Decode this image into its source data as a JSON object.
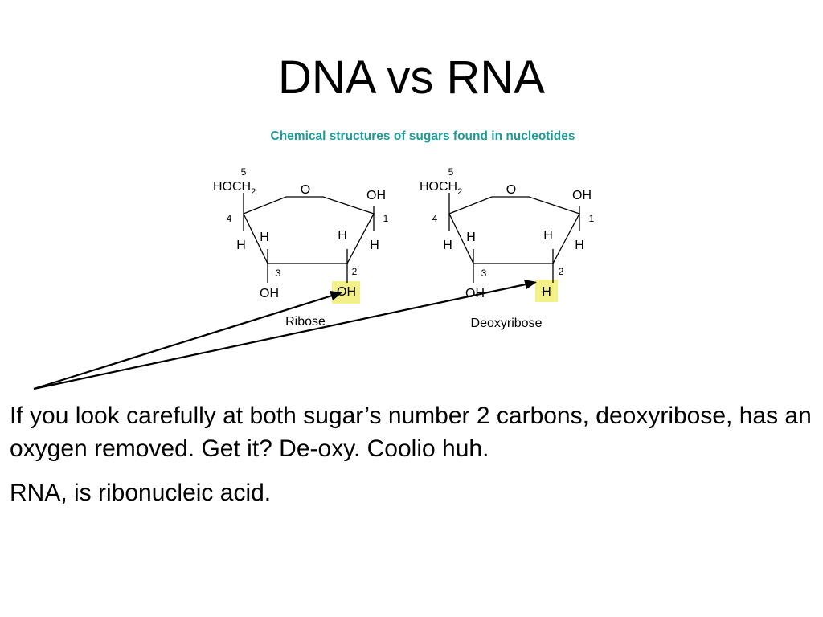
{
  "title": "DNA vs RNA",
  "figure": {
    "caption": "Chemical structures of sugars found in nucleotides",
    "caption_color": "#1f9a9a",
    "highlight_color": "#f3f08a",
    "ribose": {
      "name": "Ribose",
      "c5_number": "5",
      "c5_group_main": "HOCH",
      "c5_group_sub": "2",
      "ring_oxygen": "O",
      "c1_group": "OH",
      "c1_number": "1",
      "c4_number": "4",
      "c4_h": "H",
      "c3_h": "H",
      "c2_h": "H",
      "c1_h": "H",
      "c3_number": "3",
      "c2_number": "2",
      "c3_group": "OH",
      "c2_group": "OH"
    },
    "deoxyribose": {
      "name": "Deoxyribose",
      "c5_number": "5",
      "c5_group_main": "HOCH",
      "c5_group_sub": "2",
      "ring_oxygen": "O",
      "c1_group": "OH",
      "c1_number": "1",
      "c4_number": "4",
      "c4_h": "H",
      "c3_h": "H",
      "c2_h": "H",
      "c1_h": "H",
      "c3_number": "3",
      "c2_number": "2",
      "c3_group": "OH",
      "c2_group": "H"
    }
  },
  "body": {
    "paragraph1": "If you look carefully at both sugar’s number 2 carbons, deoxyribose, has an oxygen removed.  Get it?  De-oxy. Coolio huh.",
    "paragraph2": "RNA, is ribonucleic acid."
  }
}
